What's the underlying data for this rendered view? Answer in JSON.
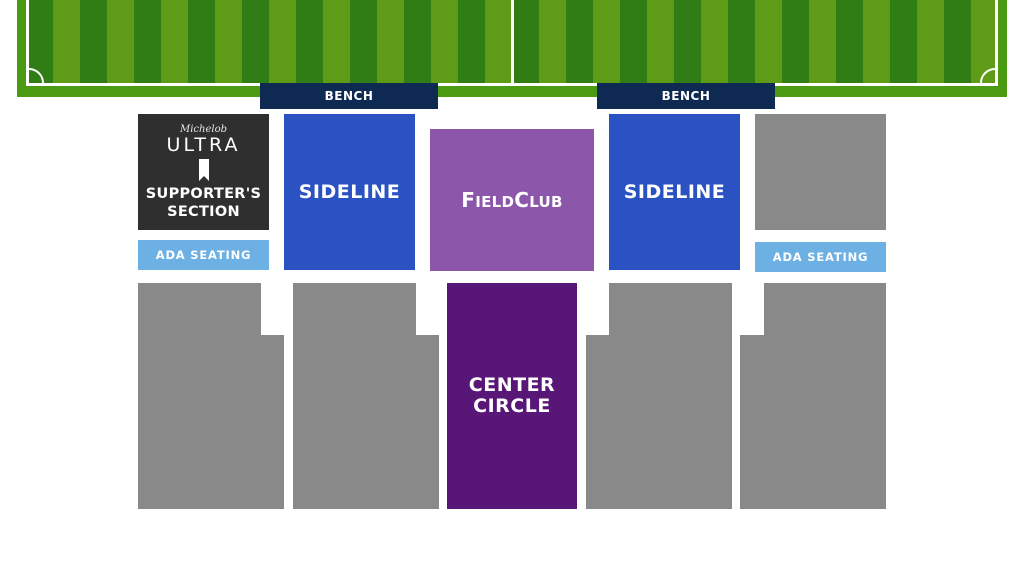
{
  "benches": [
    {
      "label": "BENCH"
    },
    {
      "label": "BENCH"
    }
  ],
  "sections": {
    "supporters": {
      "brand_script": "Michelob",
      "brand_word": "ULTRA",
      "label_line1": "SUPPORTER'S",
      "label_line2": "SECTION"
    },
    "ada_left": "ADA SEATING",
    "ada_right": "ADA SEATING",
    "sideline_left": "SIDELINE",
    "sideline_right": "SIDELINE",
    "field_club": {
      "part1_cap": "F",
      "part1_rest": "IELD",
      "part2_cap": "C",
      "part2_rest": "LUB"
    },
    "center_circle": {
      "line1": "CENTER",
      "line2": "CIRCLE"
    }
  },
  "colors": {
    "field_green": "#4a9a12",
    "bench_navy": "#0e2a52",
    "sideline_blue": "#2a52c2",
    "field_club_lilac": "#8c57aa",
    "center_circle_purple": "#581677",
    "ada_light_blue": "#6cb0e4",
    "supporters_dark": "#2f2f2f",
    "general_gray": "#898989"
  }
}
